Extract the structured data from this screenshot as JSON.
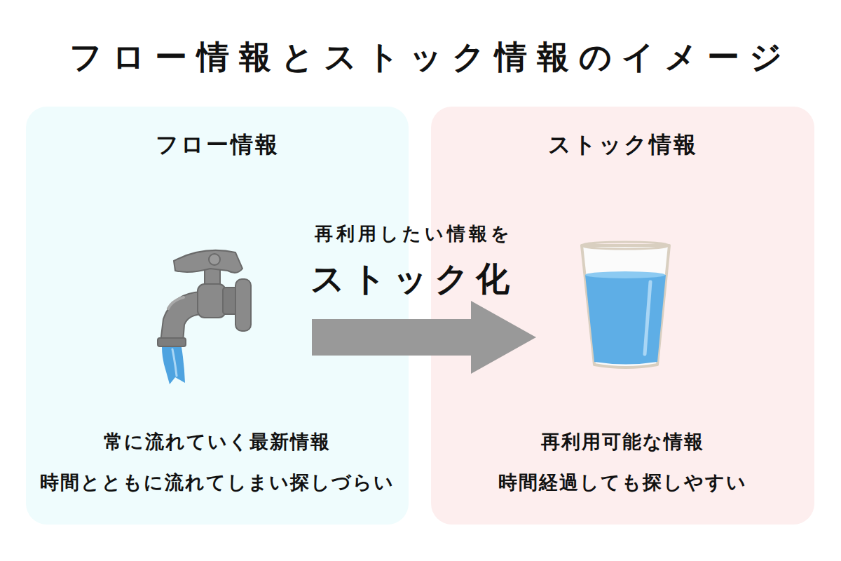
{
  "diagram": {
    "title": "フロー情報とストック情報のイメージ",
    "nodes": [
      {
        "text": [
          "フロー情報",
          "常に流れていく最新情報",
          "時間とともに流れてしまい探しづらい"
        ]
      },
      {
        "text": [
          "ストック情報",
          "再利用可能な情報",
          "時間経過しても探しやすい"
        ]
      }
    ],
    "edges": [
      {
        "from": 0,
        "to": 1,
        "arrow": "to",
        "label": "ストック化"
      }
    ],
    "labels": [
      "再利用したい情報を"
    ]
  }
}
